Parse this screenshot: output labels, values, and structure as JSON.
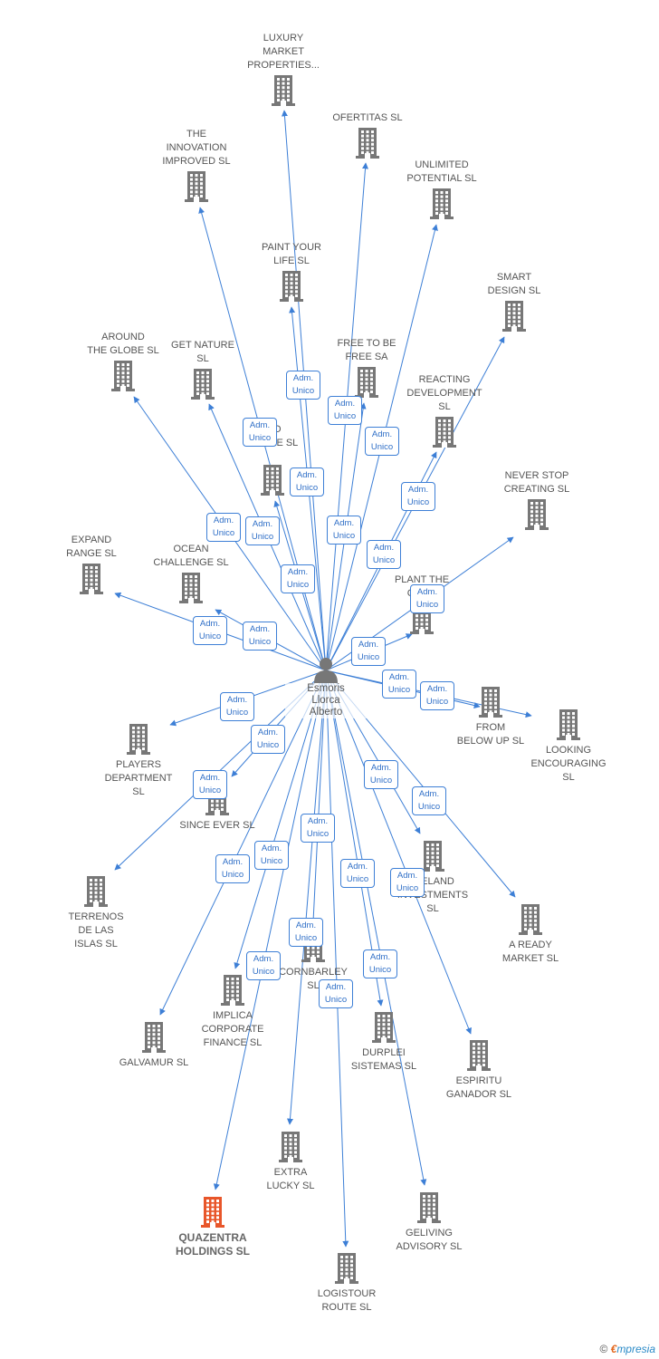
{
  "colors": {
    "edge": "#3d7fd6",
    "building": "#777777",
    "building_highlight": "#e8562a",
    "person": "#777777"
  },
  "center": {
    "label": "Esmoris\nLlorca\nAlberto",
    "icon": "person-icon"
  },
  "relation_label": "Adm.\nUnico",
  "companies": [
    {
      "id": "luxury",
      "label": "LUXURY\nMARKET\nPROPERTIES..."
    },
    {
      "id": "ofertitas",
      "label": "OFERTITAS SL"
    },
    {
      "id": "innovation",
      "label": "THE\nINNOVATION\nIMPROVED SL"
    },
    {
      "id": "unlimited",
      "label": "UNLIMITED\nPOTENTIAL SL"
    },
    {
      "id": "paint",
      "label": "PAINT YOUR\nLIFE SL"
    },
    {
      "id": "smart",
      "label": "SMART\nDESIGN SL"
    },
    {
      "id": "around",
      "label": "AROUND\nTHE GLOBE SL"
    },
    {
      "id": "getnature",
      "label": "GET NATURE\nSL"
    },
    {
      "id": "freetobe",
      "label": "FREE TO BE\nFREE SA"
    },
    {
      "id": "reacting",
      "label": "REACTING\nDEVELOPMENT\nSL"
    },
    {
      "id": "toscale",
      "label": "TO\nSCALE SL"
    },
    {
      "id": "neverstop",
      "label": "NEVER STOP\nCREATING SL"
    },
    {
      "id": "expand",
      "label": "EXPAND\nRANGE SL"
    },
    {
      "id": "ocean",
      "label": "OCEAN\nCHALLENGE SL"
    },
    {
      "id": "plant",
      "label": "PLANT THE\nCHA..."
    },
    {
      "id": "frombelow",
      "label": "FROM\nBELOW UP SL"
    },
    {
      "id": "looking",
      "label": "LOOKING\nENCOURAGING\nSL"
    },
    {
      "id": "players",
      "label": "PLAYERS\nDEPARTMENT\nSL"
    },
    {
      "id": "sinceever",
      "label": "SINCE EVER SL"
    },
    {
      "id": "ireland",
      "label": "IRELAND\nINVESTMENTS\nSL"
    },
    {
      "id": "terrenos",
      "label": "TERRENOS\nDE LAS\nISLAS SL"
    },
    {
      "id": "aready",
      "label": "A READY\nMARKET SL"
    },
    {
      "id": "cornbarley",
      "label": "CORNBARLEY\nSL"
    },
    {
      "id": "implica",
      "label": "IMPLICA\nCORPORATE\nFINANCE SL"
    },
    {
      "id": "galvamur",
      "label": "GALVAMUR SL"
    },
    {
      "id": "durplei",
      "label": "DURPLEI\nSISTEMAS SL"
    },
    {
      "id": "espiritu",
      "label": "ESPIRITU\nGANADOR SL"
    },
    {
      "id": "extralucky",
      "label": "EXTRA\nLUCKY SL"
    },
    {
      "id": "geliving",
      "label": "GELIVING\nADVISORY SL"
    },
    {
      "id": "quazentra",
      "label": "QUAZENTRA\nHOLDINGS SL",
      "highlight": true
    },
    {
      "id": "logistour",
      "label": "LOGISTOUR\nROUTE SL"
    }
  ],
  "brand": {
    "copyright": "©",
    "e": "€",
    "rest": "mpresia"
  }
}
